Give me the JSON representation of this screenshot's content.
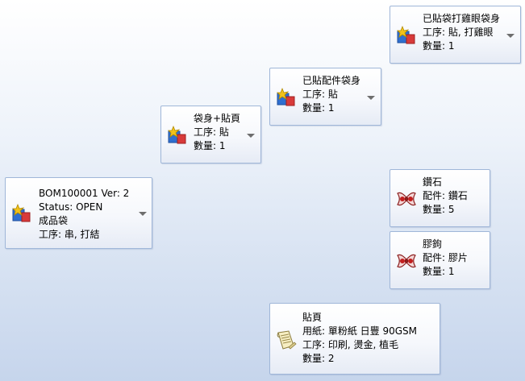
{
  "nodes": {
    "root": {
      "lines": [
        "BOM100001 Ver: 2",
        "Status: OPEN",
        "成品袋",
        "工序: 串, 打結"
      ],
      "icon": "assembly-icon"
    },
    "bag_body": {
      "lines": [
        "袋身+貼頁",
        "工序: 貼",
        "數量: 1"
      ],
      "icon": "assembly-icon"
    },
    "attached_parts": {
      "lines": [
        "已貼配件袋身",
        "工序: 貼",
        "數量: 1"
      ],
      "icon": "assembly-icon"
    },
    "attached_eyelet": {
      "lines": [
        "已貼袋打雞眼袋身",
        "工序: 貼, 打雞眼",
        "數量: 1"
      ],
      "icon": "assembly-icon"
    },
    "rhinestone": {
      "lines": [
        "鑽石",
        "配件: 鑽石",
        "數量: 5"
      ],
      "icon": "accessory-icon"
    },
    "glue_hook": {
      "lines": [
        "膠鉤",
        "配件: 膠片",
        "數量: 1"
      ],
      "icon": "accessory-icon"
    },
    "sticker_page": {
      "lines": [
        "貼頁",
        "用紙: 單粉紙 日豐 90GSM",
        "工序: 印刷, 燙金, 植毛",
        "數量: 2"
      ],
      "icon": "paper-icon"
    }
  }
}
